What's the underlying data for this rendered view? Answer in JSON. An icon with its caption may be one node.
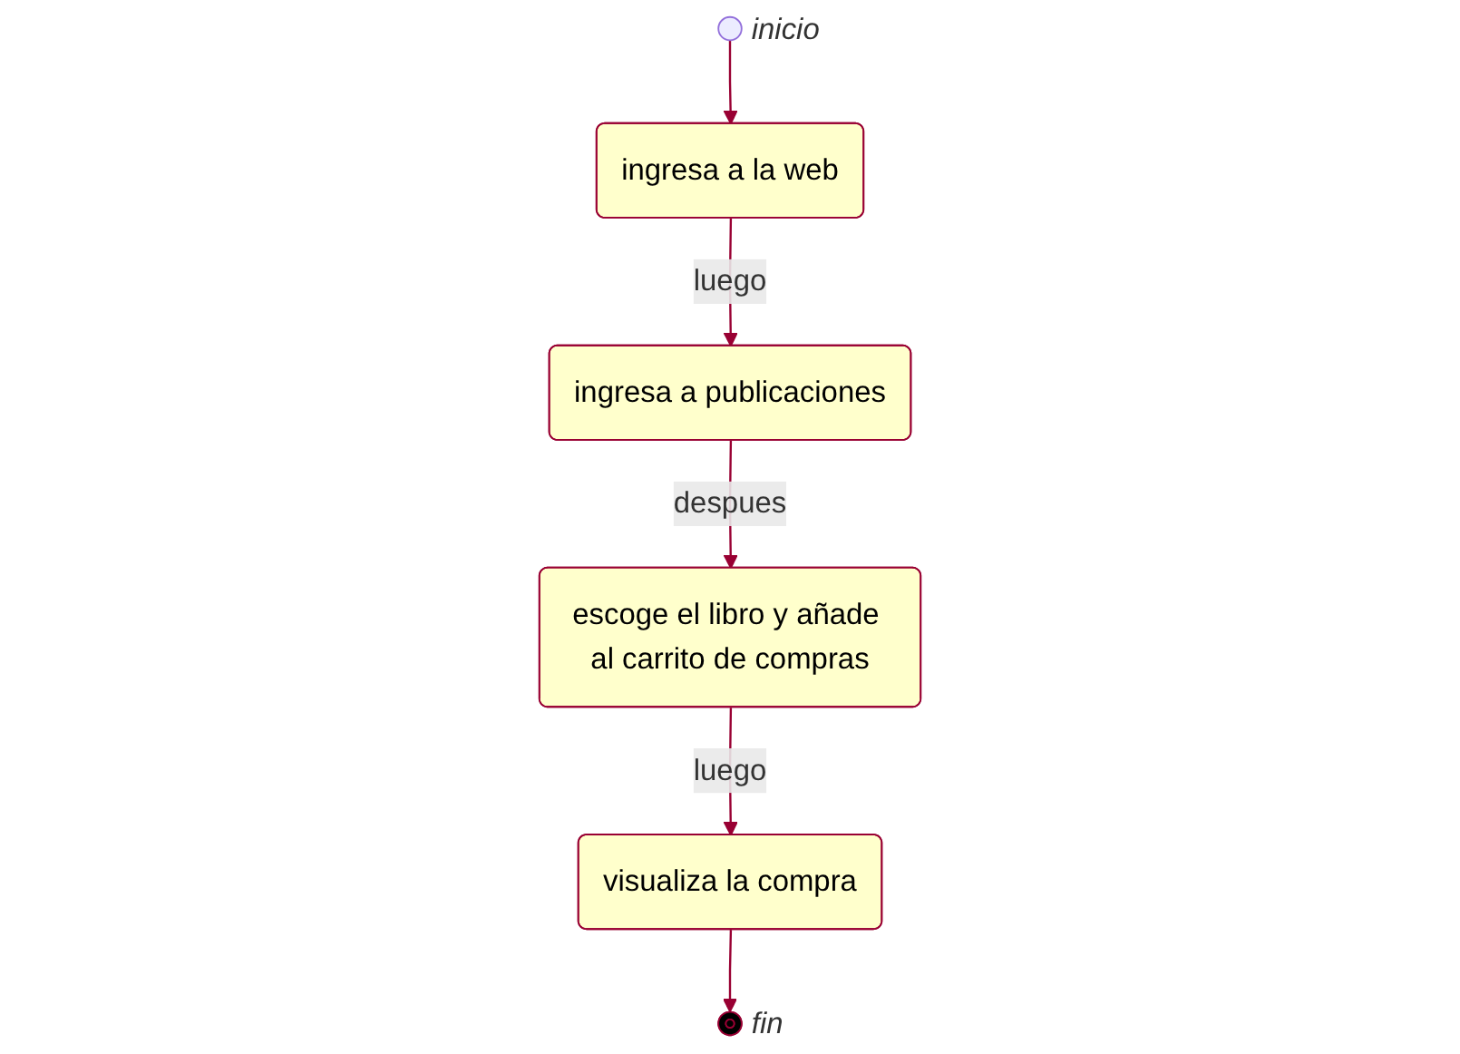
{
  "diagram": {
    "nodes": [
      {
        "text": [],
        "shape": "circle",
        "beside": [
          "inicio"
        ]
      },
      {
        "text": [
          "ingresa a la web"
        ]
      },
      {
        "text": [
          "ingresa a publicaciones"
        ]
      },
      {
        "text": [
          "escoge el libro y añade al carrito de compras"
        ]
      },
      {
        "text": [
          "visualiza la compra"
        ]
      },
      {
        "text": [],
        "shape": "circle",
        "beside": [
          "fin"
        ]
      }
    ],
    "edges": [
      {
        "from": 0,
        "to": 1,
        "arrow": "to"
      },
      {
        "from": 1,
        "to": 2,
        "arrow": "to",
        "label": "luego"
      },
      {
        "from": 2,
        "to": 3,
        "arrow": "to",
        "label": "despues"
      },
      {
        "from": 3,
        "to": 4,
        "arrow": "to",
        "label": "luego"
      },
      {
        "from": 4,
        "to": 5,
        "arrow": "to"
      }
    ]
  }
}
